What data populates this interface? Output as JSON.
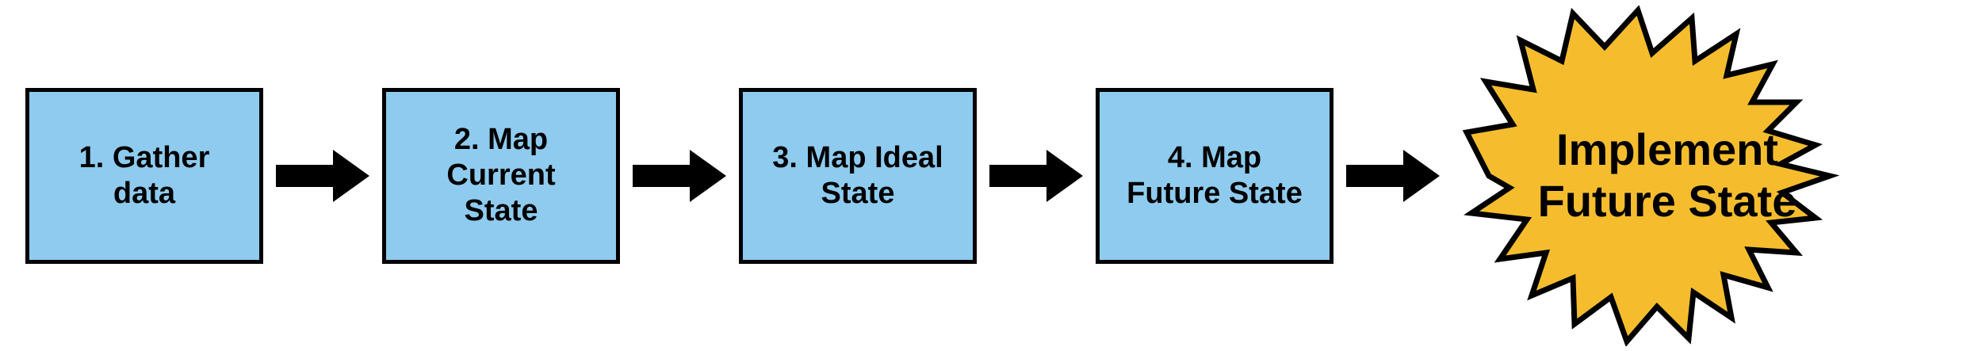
{
  "diagram": {
    "type": "process-flow",
    "title": "",
    "background_color": "#ffffff",
    "step_fill_color": "#8ecbee",
    "step_border_color": "#000000",
    "burst_fill_color": "#f5bd2e",
    "burst_border_color": "#000000",
    "arrow_color": "#000000",
    "steps": [
      {
        "label": "1. Gather\ndata",
        "line1": "1. Gather",
        "line2": "data"
      },
      {
        "label": "2. Map Current State",
        "line1": "2. Map",
        "line2": "Current",
        "line3": "State"
      },
      {
        "label": "3. Map Ideal State",
        "line1": "3. Map Ideal",
        "line2": "State"
      },
      {
        "label": "4. Map Future State",
        "line1": "4. Map",
        "line2": "Future State"
      }
    ],
    "arrows": [
      {
        "name": "arrow-1-2"
      },
      {
        "name": "arrow-2-3"
      },
      {
        "name": "arrow-3-4"
      },
      {
        "name": "arrow-4-burst"
      }
    ],
    "outcome": {
      "line1": "Implement",
      "line2": "Future State",
      "shape": "starburst"
    }
  }
}
